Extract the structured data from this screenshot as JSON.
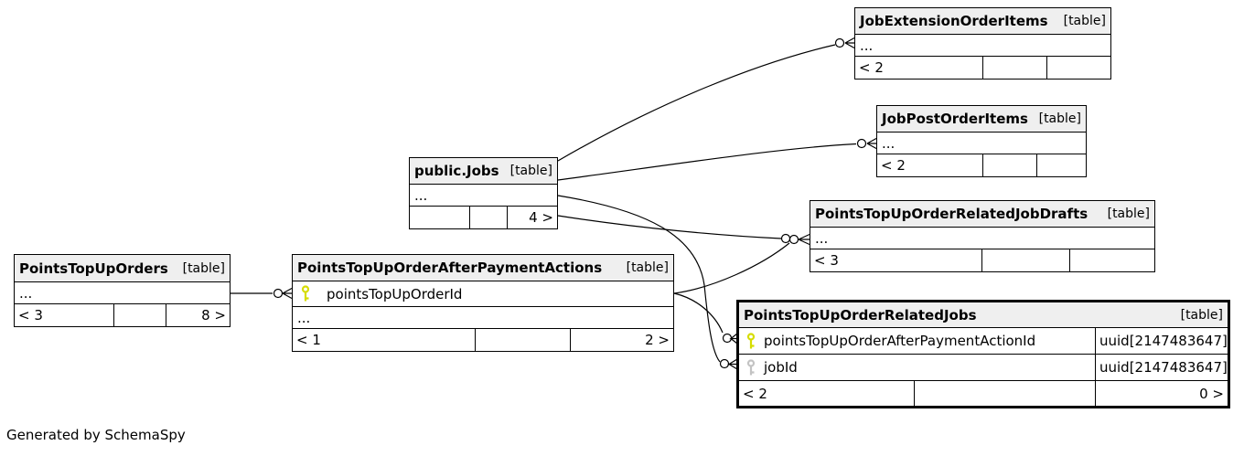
{
  "diagram": {
    "generator_note": "Generated by SchemaSpy",
    "colors": {
      "border": "#000000",
      "header_bg": "#efefef",
      "primary_key": "#d6dd00",
      "foreign_key": "#c3c3c3"
    }
  },
  "tables": [
    {
      "name": "JobExtensionOrderItems",
      "tag": "[table]",
      "ellipsis": "...",
      "footer": {
        "left": "< 2",
        "middle": "",
        "right": ""
      }
    },
    {
      "name": "JobPostOrderItems",
      "tag": "[table]",
      "ellipsis": "...",
      "footer": {
        "left": "< 2",
        "middle": "",
        "right": ""
      }
    },
    {
      "name": "public.Jobs",
      "tag": "[table]",
      "ellipsis": "...",
      "footer": {
        "left": "",
        "middle": "",
        "right": "4 >"
      }
    },
    {
      "name": "PointsTopUpOrderRelatedJobDrafts",
      "tag": "[table]",
      "ellipsis": "...",
      "footer": {
        "left": "< 3",
        "middle": "",
        "right": ""
      }
    },
    {
      "name": "PointsTopUpOrders",
      "tag": "[table]",
      "ellipsis": "...",
      "footer": {
        "left": "< 3",
        "middle": "",
        "right": "8 >"
      }
    },
    {
      "name": "PointsTopUpOrderAfterPaymentActions",
      "tag": "[table]",
      "ellipsis": "...",
      "columns": [
        {
          "name": "pointsTopUpOrderId",
          "key": "primary"
        }
      ],
      "footer": {
        "left": "< 1",
        "middle": "",
        "right": "2 >"
      }
    },
    {
      "name": "PointsTopUpOrderRelatedJobs",
      "tag": "[table]",
      "emphasized": true,
      "columns": [
        {
          "name": "pointsTopUpOrderAfterPaymentActionId",
          "key": "primary",
          "type": "uuid[2147483647]"
        },
        {
          "name": "jobId",
          "key": "foreign",
          "type": "uuid[2147483647]"
        }
      ],
      "footer": {
        "left": "< 2",
        "middle": "",
        "right": "0 >"
      }
    }
  ],
  "relationships": [
    {
      "from": "PointsTopUpOrders",
      "to": "PointsTopUpOrderAfterPaymentActions.pointsTopUpOrderId"
    },
    {
      "from": "public.Jobs",
      "to": "JobExtensionOrderItems"
    },
    {
      "from": "public.Jobs",
      "to": "JobPostOrderItems"
    },
    {
      "from": "public.Jobs",
      "to": "PointsTopUpOrderRelatedJobDrafts"
    },
    {
      "from": "public.Jobs",
      "to": "PointsTopUpOrderRelatedJobs.jobId"
    },
    {
      "from": "PointsTopUpOrderAfterPaymentActions",
      "to": "PointsTopUpOrderRelatedJobDrafts"
    },
    {
      "from": "PointsTopUpOrderAfterPaymentActions",
      "to": "PointsTopUpOrderRelatedJobs.pointsTopUpOrderAfterPaymentActionId"
    }
  ]
}
